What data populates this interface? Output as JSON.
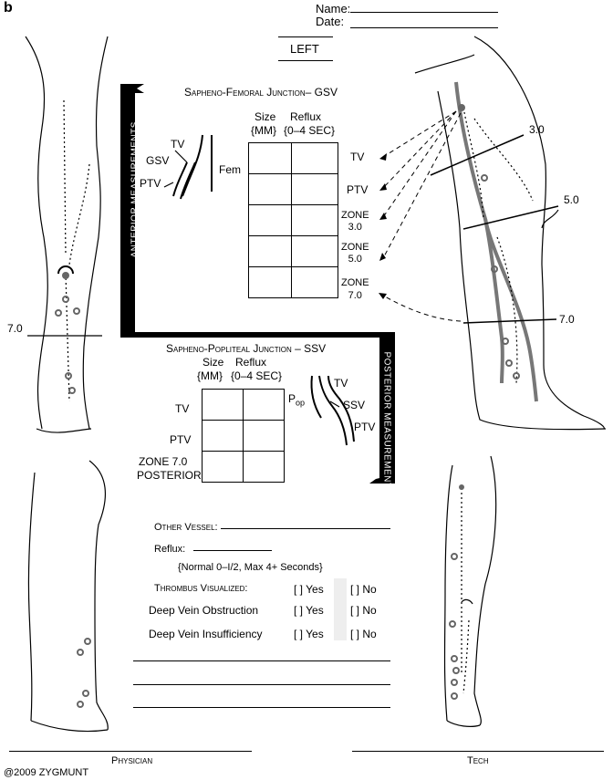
{
  "panel_label": "b",
  "header": {
    "name_label": "Name:",
    "date_label": "Date:",
    "side": "LEFT"
  },
  "anterior": {
    "bar_label": "ANTERIOR MEASUREMENTS",
    "title": "Sapheno-Femoral Junction– GSV",
    "col_size": "Size",
    "col_size_unit": "{MM}",
    "col_reflux": "Reflux",
    "col_reflux_unit": "{0–4 SEC}",
    "diagram_labels": {
      "tv": "TV",
      "gsv": "GSV",
      "ptv": "PTV",
      "fem": "Fem"
    },
    "rows": [
      "TV",
      "PTV",
      "ZONE\n3.0",
      "ZONE\n5.0",
      "ZONE\n7.0"
    ],
    "leg_markers": [
      "3.0",
      "5.0",
      "7.0"
    ]
  },
  "posterior": {
    "bar_label": "POSTERIOR MEASUREMENTS",
    "title": "Sapheno-Popliteal Junction – SSV",
    "col_size": "Size",
    "col_size_unit": "{MM}",
    "col_reflux": "Reflux",
    "col_reflux_unit": "{0–4 SEC}",
    "rows": [
      "TV",
      "PTV",
      "ZONE 7.0",
      "POSTERIOR"
    ],
    "diagram_labels": {
      "pop": "P",
      "pop_sub": "op",
      "tv": "TV",
      "ssv": "SSV",
      "ptv": "PTV"
    },
    "left_leg_marker": "7.0"
  },
  "form": {
    "other_vessel_label": "Other Vessel:",
    "reflux_label": "Reflux:",
    "normal_note": "{Normal 0–I/2, Max 4+ Seconds}",
    "thrombus_label": "Thrombus Visualized:",
    "dvo_label": "Deep Vein Obstruction",
    "dvi_label": "Deep Vein Insufficiency",
    "yes_option": "[ ] Yes",
    "no_option": "[ ] No"
  },
  "footer": {
    "physician_label": "Physician",
    "tech_label": "Tech",
    "copyright": "@2009 ZYGMUNT"
  }
}
